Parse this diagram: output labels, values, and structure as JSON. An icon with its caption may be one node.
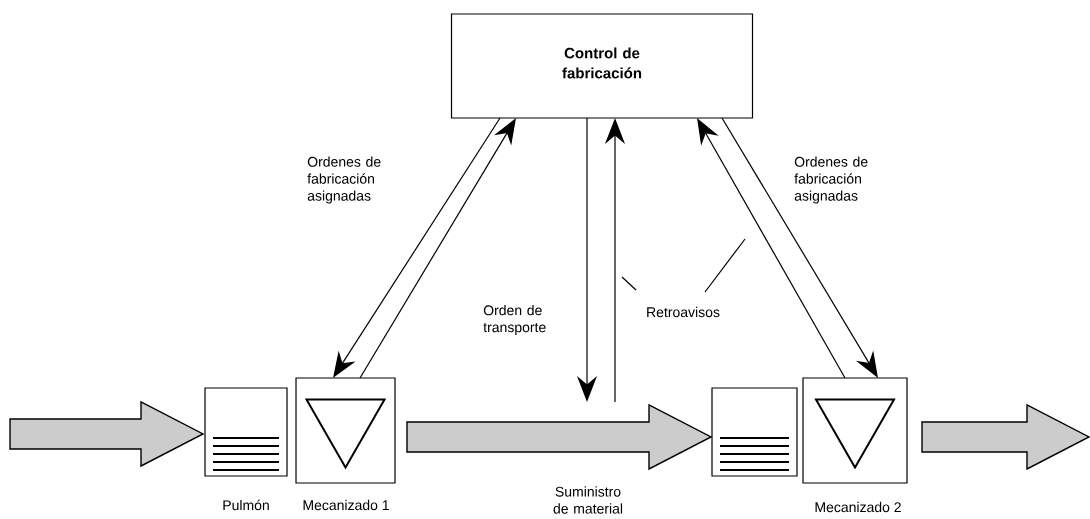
{
  "diagram": {
    "nodes": [
      {
        "text": [
          "Control de fabricación"
        ]
      },
      {
        "text": [],
        "shape": "box",
        "beside": [
          "Pulmón"
        ]
      },
      {
        "text": [],
        "shape": "box",
        "beside": [
          "Mecanizado 1"
        ]
      },
      {
        "text": [],
        "shape": "box"
      },
      {
        "text": [],
        "shape": "box",
        "beside": [
          "Mecanizado 2"
        ]
      },
      {
        "text": [
          "Retroavisos"
        ]
      }
    ],
    "edges": [
      {
        "from": 0,
        "to": 2,
        "arrow": "to",
        "label": "Ordenes de fabricación asignadas"
      },
      {
        "from": 2,
        "to": 0,
        "arrow": "to"
      },
      {
        "from": 0,
        "to": null,
        "arrow": "to",
        "label": "Orden de transporte"
      },
      {
        "from": null,
        "to": 0,
        "arrow": "to"
      },
      {
        "from": 4,
        "to": 0,
        "arrow": "to"
      },
      {
        "from": 0,
        "to": 4,
        "arrow": "to",
        "label": "Ordenes de fabricación asignadas"
      },
      {
        "from": null,
        "to": 1,
        "arrow": "to",
        "style": "thick"
      },
      {
        "from": 2,
        "to": 3,
        "arrow": "to",
        "style": "thick",
        "label": "Suministro de material"
      },
      {
        "from": 4,
        "to": null,
        "arrow": "to",
        "style": "thick"
      },
      {
        "from": 5,
        "to": null,
        "arrow": "none"
      },
      {
        "from": 5,
        "to": null,
        "arrow": "none"
      }
    ]
  }
}
